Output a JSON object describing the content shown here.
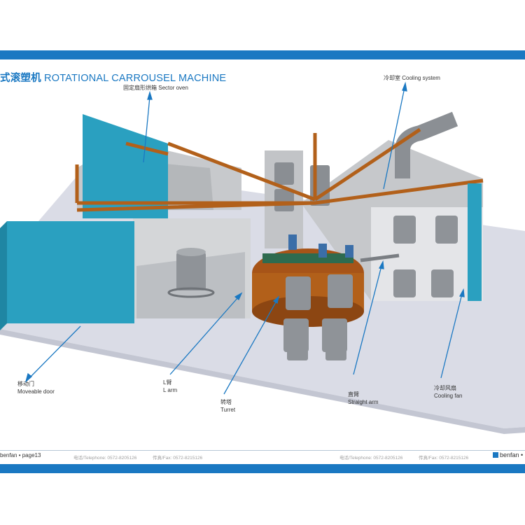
{
  "title": {
    "cn": "式滚塑机",
    "en": "ROTATIONAL CARROUSEL MACHINE"
  },
  "labels": {
    "sector_oven": {
      "cn": "固定扇形烘箱",
      "en": "Sector oven"
    },
    "cooling_system": {
      "cn": "冷却室",
      "en": "Cooling system"
    },
    "moveable_door": {
      "cn": "移动门",
      "en": "Moveable door"
    },
    "l_arm": {
      "cn": "L臂",
      "en": "L arm"
    },
    "turret": {
      "cn": "转塔",
      "en": "Turret"
    },
    "straight_arm": {
      "cn": "直臂",
      "en": "Straight arm"
    },
    "cooling_fan": {
      "cn": "冷却风扇",
      "en": "Cooling fan"
    }
  },
  "footer": {
    "page": "benfan • page13",
    "tel_left": "电话/Telephone: 0572-8205126",
    "fax_left": "传真/Fax: 0572-8215126",
    "tel_right": "电话/Telephone: 0572-8205126",
    "fax_right": "传真/Fax: 0572-8215126",
    "brand": "benfan • p"
  },
  "colors": {
    "accent": "#1a78c2",
    "frame": "#b2601a",
    "panel": "#2aa0c0",
    "floor": "#d9dbe4"
  }
}
